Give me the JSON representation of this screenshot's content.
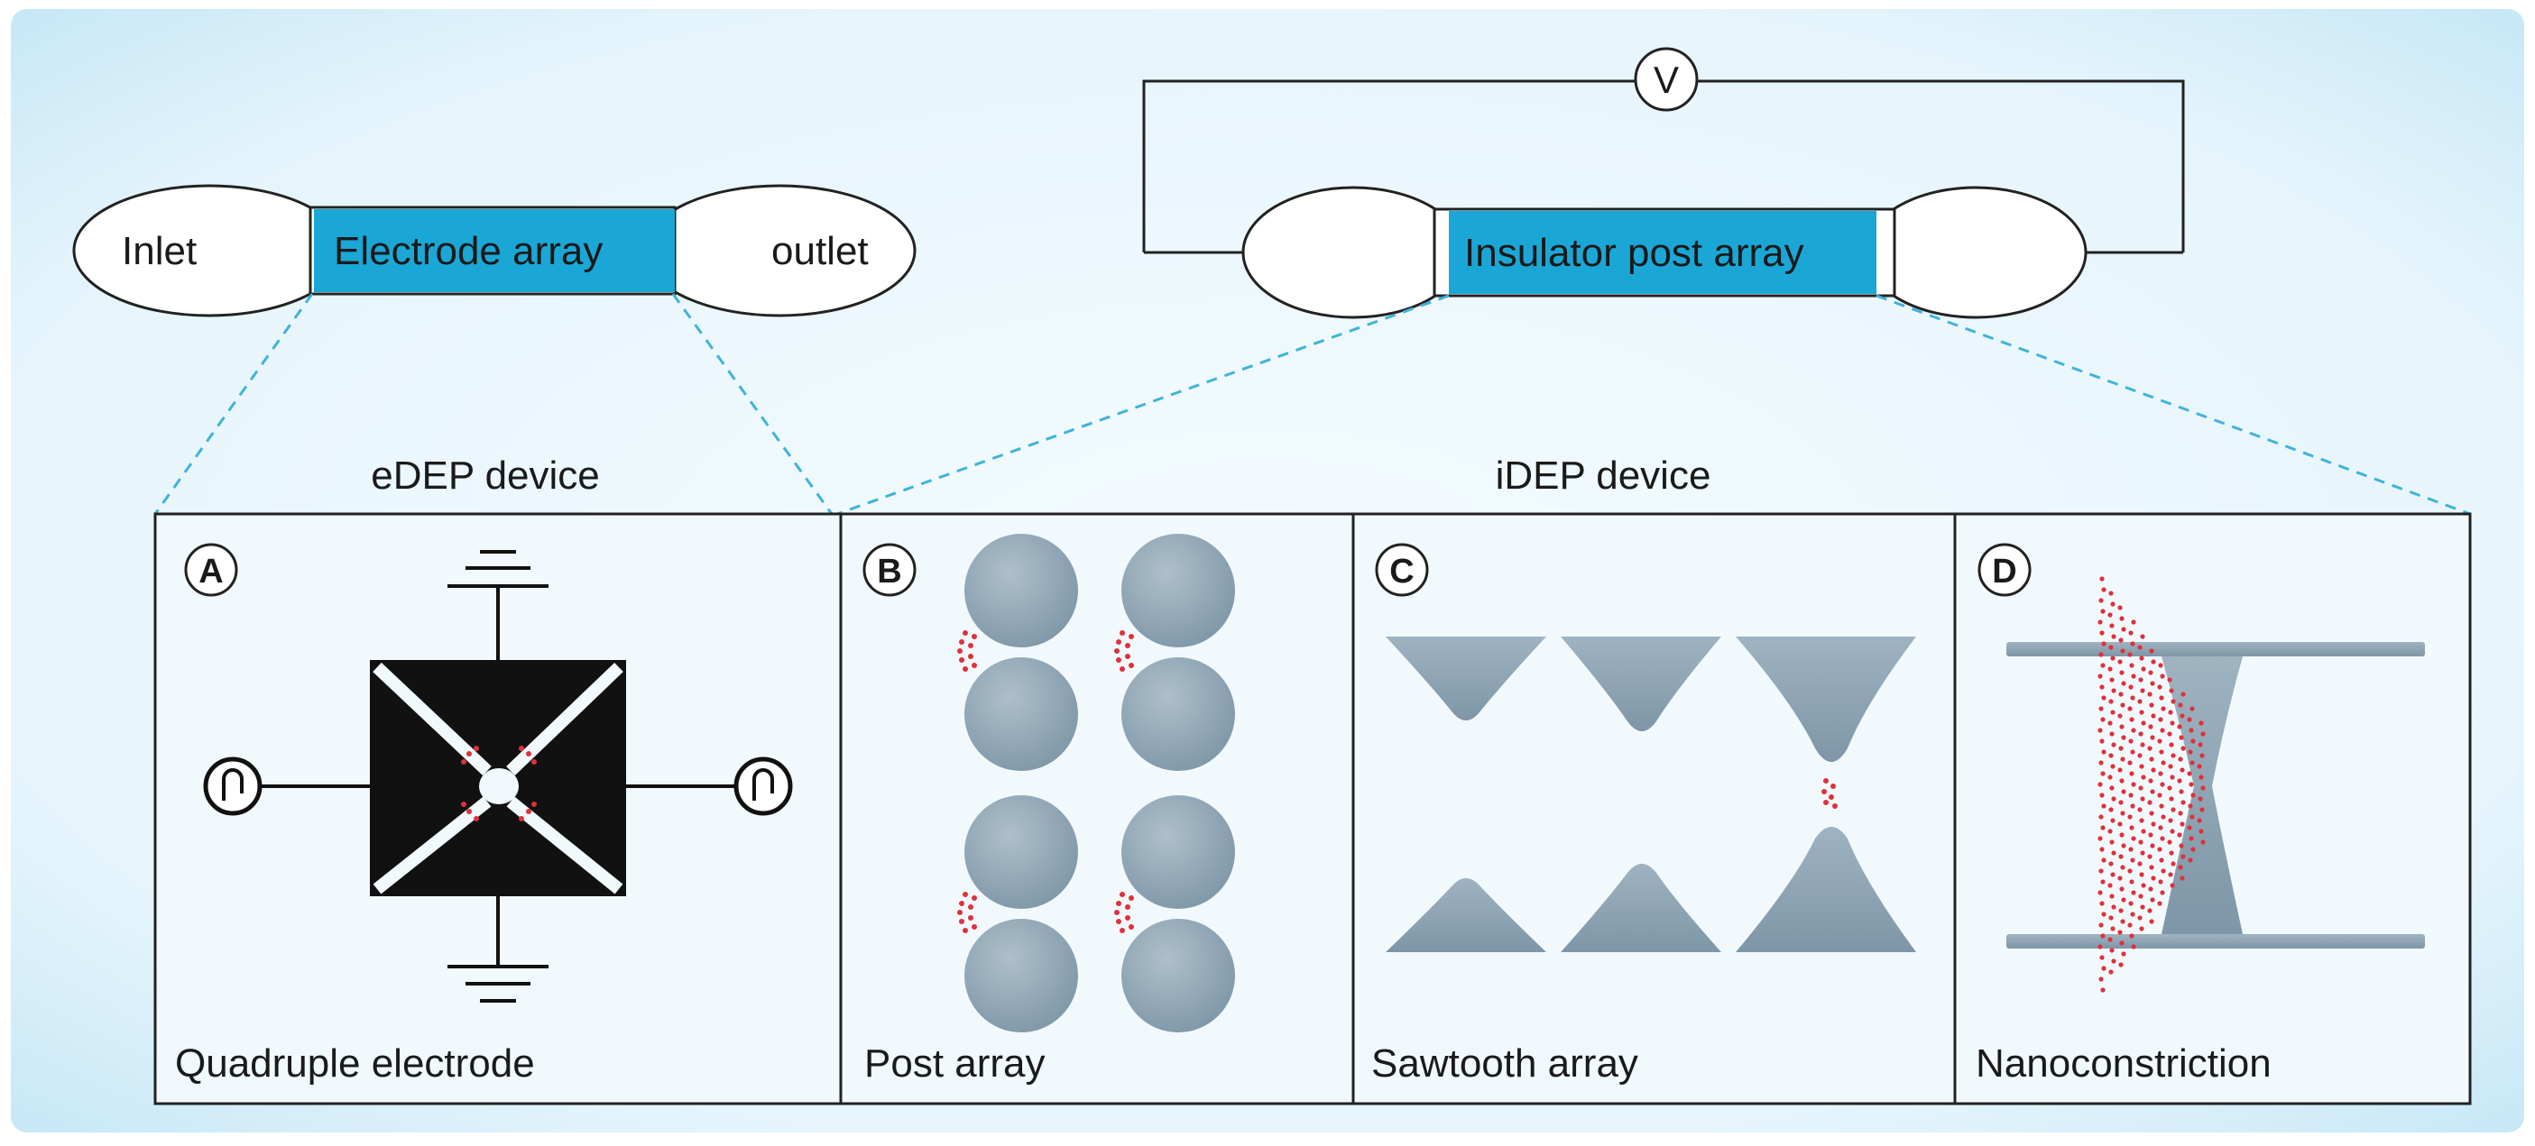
{
  "top": {
    "edep_chip": {
      "inlet": "Inlet",
      "array": "Electrode array",
      "outlet": "outlet"
    },
    "idep_chip": {
      "voltage": "V",
      "array": "Insulator post array"
    }
  },
  "headings": {
    "edep": "eDEP device",
    "idep": "iDEP device"
  },
  "panels": [
    {
      "letter": "A",
      "caption": "Quadruple electrode"
    },
    {
      "letter": "B",
      "caption": "Post array"
    },
    {
      "letter": "C",
      "caption": "Sawtooth array"
    },
    {
      "letter": "D",
      "caption": "Nanoconstriction"
    }
  ],
  "colors": {
    "background_edge": "#cfeaf7",
    "background_center": "#f3fafd",
    "array_fill": "#1ba7d6",
    "post_gray": "#8fa6b5",
    "particle_red": "#e0303a",
    "electrode_black": "#111111"
  }
}
